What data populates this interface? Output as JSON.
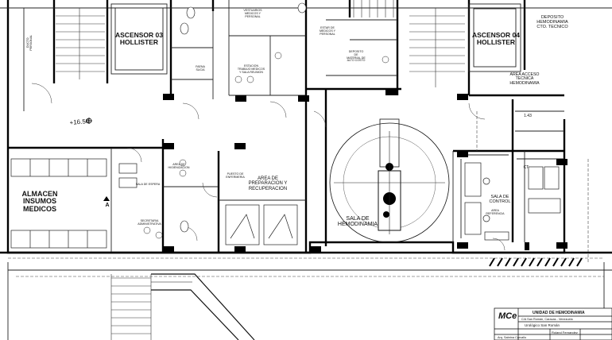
{
  "plan": {
    "rooms": {
      "ascensor_03": "ASCENSOR 03\nHOLLISTER",
      "ascensor_04": "ASCENSOR 04\nHOLLISTER",
      "almacen": "ALMACEN\nINSUMOS\nMEDICOS",
      "sala_hemodinamia": "SALA DE\nHEMODINAMIA",
      "sala_control": "SALA DE\nCONTROL",
      "area_preparacion": "AREA DE\nPREPARACION Y\nRECUPERACION",
      "deposito_hemodinamia": "DEPOSITO\nHEMODINAMIA\nCTO. TECNICO",
      "area_acceso_tecnica": "AREA ACCESO\nTECNICA\nHEMODINAMIA",
      "vestuarios": "VESTUARIOS\nMEDICOS Y\nPERSONAL",
      "estar_medicos": "ESTAR DE\nMEDICOS Y\nPERSONAL",
      "deposito_material": "DEPOSITO\nDE\nMATERIAL DE\nALTO COSTO",
      "estacion_trabajo": "ESTACION\nTRABAJO MEDICOS\nY SALA REUNION",
      "faena_sucia": "FAENA\nSUCIA",
      "area_higienizacion": "AREA DE\nHIGIENIZACION",
      "puesto_enfermeria": "PUESTO DE\nENFERMERIA",
      "secretaria": "SECRETARIA\nADMINISTRATIVA",
      "sala_espera": "SALA DE ESPERA",
      "ducto_personal": "DUCTO\nPERSONAL",
      "area_referencia": "AREA\nREFERENCIA"
    },
    "level_mark": "+16.50",
    "section_mark": "A",
    "dims": {
      "d1": "1.43",
      "d2": "CT"
    }
  },
  "title_block": {
    "logo": "MCe",
    "project_title": "UNIDAD DE HEMODINAMIA",
    "address": "C/A San Román, Caracas - Venezuela",
    "client": "Urológico San Román",
    "architect": "Arq. Sabrina Carvallo",
    "designer": "Roland Fernandez"
  }
}
